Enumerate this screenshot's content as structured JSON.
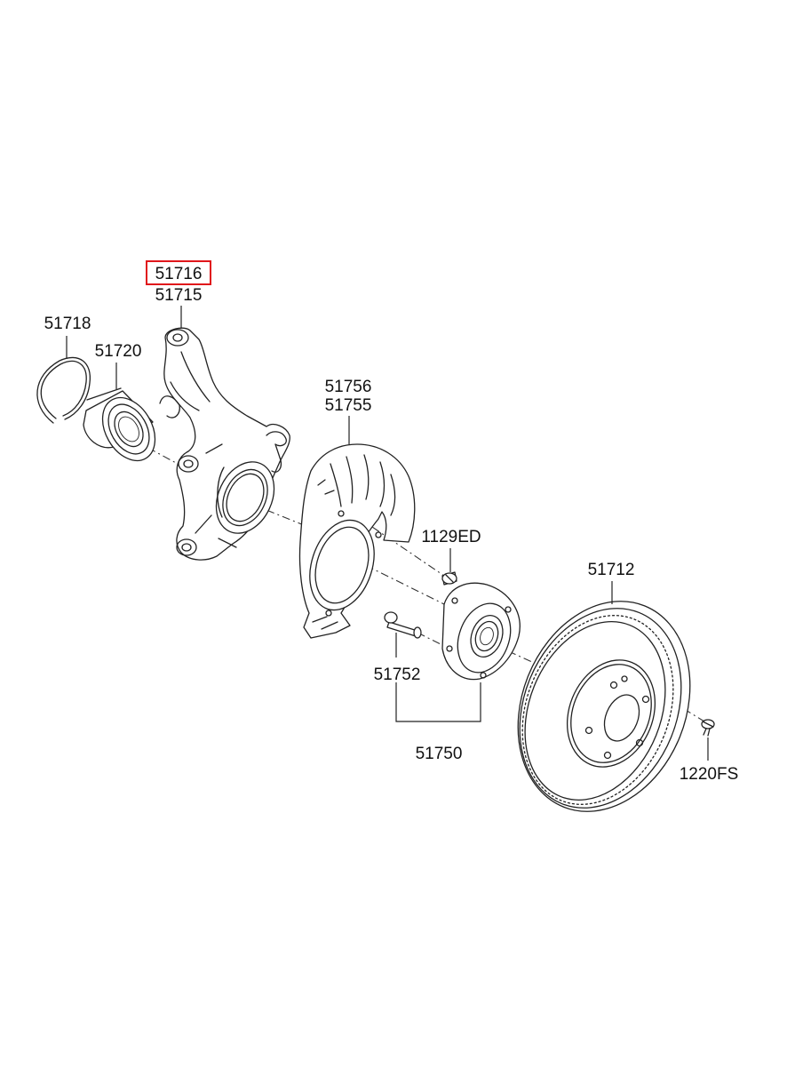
{
  "labels": {
    "p51716": "51716",
    "p51715": "51715",
    "p51718": "51718",
    "p51720": "51720",
    "p51756": "51756",
    "p51755": "51755",
    "p1129ED": "1129ED",
    "p51712": "51712",
    "p51752": "51752",
    "p51750": "51750",
    "p1220FS": "1220FS"
  },
  "highlight": {
    "part": "51716",
    "color": "#e0161b"
  }
}
